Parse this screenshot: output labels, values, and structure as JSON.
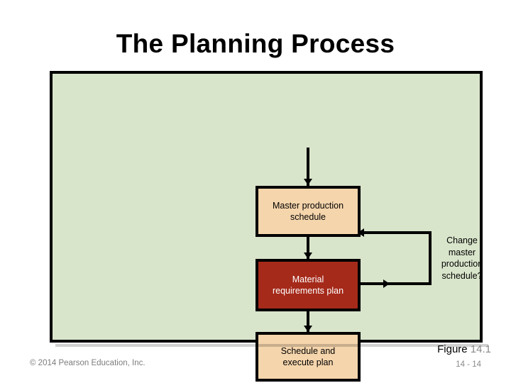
{
  "slide": {
    "title": "The Planning Process"
  },
  "diagram": {
    "boxes": [
      {
        "id": "master",
        "label": "Master production\nschedule",
        "style": "peach",
        "fill": "#f5d5ac",
        "text_color": "#000000"
      },
      {
        "id": "material",
        "label": "Material\nrequirements plan",
        "style": "red",
        "fill": "#a52a1a",
        "text_color": "#ffffff"
      },
      {
        "id": "schedule",
        "label": "Schedule and\nexecute plan",
        "style": "peach",
        "fill": "#f5d5ac",
        "text_color": "#000000"
      }
    ],
    "labels": [
      {
        "id": "change-master",
        "text": "Change\nmaster\nproduction\nschedule?"
      }
    ],
    "panel_fill": "#d9e5cb",
    "panel_border": "#000000",
    "connector_color": "#000000"
  },
  "footer": {
    "copyright": "© 2014 Pearson Education, Inc.",
    "figure_label": "Figure ",
    "figure_number": "14.1",
    "slide_number": "14 - 14"
  }
}
